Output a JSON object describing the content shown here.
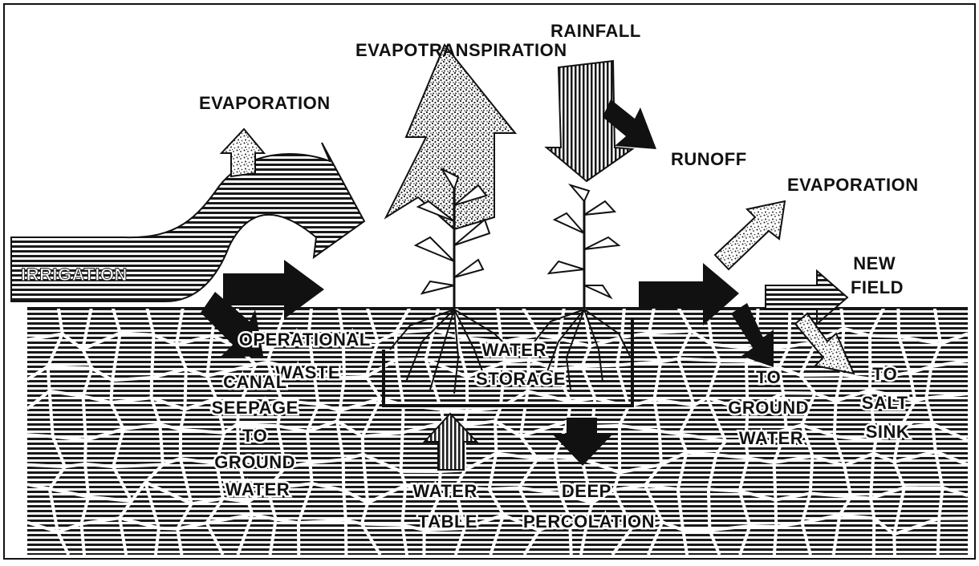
{
  "labels": {
    "evapotranspiration": "EVAPOTRANSPIRATION",
    "rainfall": "RAINFALL",
    "evaporation_left": "EVAPORATION",
    "runoff": "RUNOFF",
    "evaporation_right": "EVAPORATION",
    "irrigation": "IRRIGATION",
    "new_field": [
      "NEW",
      "FIELD"
    ],
    "operational_waste": [
      "OPERATIONAL",
      "WASTE"
    ],
    "canal_seepage": [
      "CANAL",
      "SEEPAGE",
      "TO",
      "GROUND",
      "WATER"
    ],
    "water_storage": [
      "WATER",
      "STORAGE"
    ],
    "to_ground_water": [
      "TO",
      "GROUND",
      "WATER"
    ],
    "to_salt_sink": [
      "TO",
      "SALT",
      "SINK"
    ],
    "water_table": [
      "WATER",
      "TABLE"
    ],
    "deep_percolation": [
      "DEEP",
      "PERCOLATION"
    ]
  },
  "colors": {
    "ink": "#111111",
    "paper": "#ffffff",
    "soil_hatch": "#1a1a1a"
  }
}
